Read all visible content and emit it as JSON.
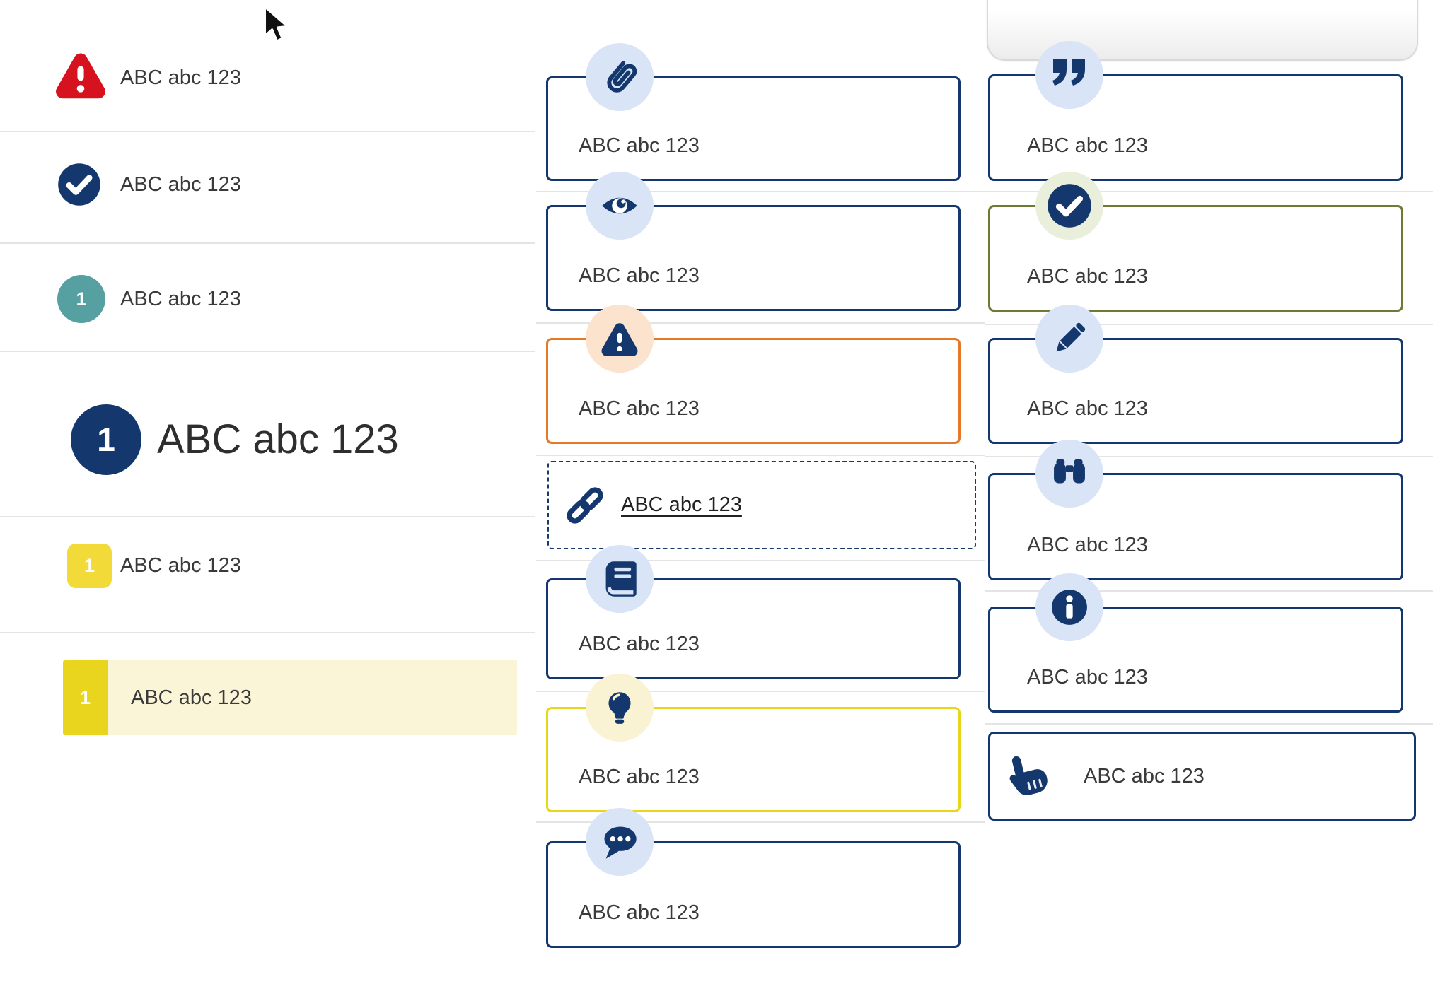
{
  "left_list": {
    "items": [
      {
        "icon": "alert-triangle-icon",
        "label": "ABC abc 123"
      },
      {
        "icon": "check-circle-icon",
        "label": "ABC abc 123"
      },
      {
        "icon": "teal-step-badge",
        "badge": "1",
        "label": "ABC abc 123"
      },
      {
        "icon": "navy-step-badge-large",
        "badge": "1",
        "label": "ABC abc 123"
      },
      {
        "icon": "yellow-square-badge",
        "badge": "1",
        "label": "ABC abc 123"
      },
      {
        "icon": "yellow-bar-badge",
        "badge": "1",
        "label": "ABC abc 123",
        "highlighted": true
      }
    ]
  },
  "middle_callouts": {
    "items": [
      {
        "icon": "paperclip-icon",
        "label": "ABC abc 123",
        "variant": "navy"
      },
      {
        "icon": "eye-icon",
        "label": "ABC abc 123",
        "variant": "navy"
      },
      {
        "icon": "warning-triangle-icon",
        "label": "ABC abc 123",
        "variant": "orange"
      },
      {
        "icon": "link-icon",
        "label": "ABC abc 123",
        "variant": "dashed-link"
      },
      {
        "icon": "book-icon",
        "label": "ABC abc 123",
        "variant": "navy"
      },
      {
        "icon": "lightbulb-icon",
        "label": "ABC abc 123",
        "variant": "yellow"
      },
      {
        "icon": "speech-bubble-icon",
        "label": "ABC abc 123",
        "variant": "navy"
      }
    ]
  },
  "right_callouts": {
    "items": [
      {
        "icon": "quote-icon",
        "label": "ABC abc 123",
        "variant": "navy"
      },
      {
        "icon": "check-circle-icon",
        "label": "ABC abc 123",
        "variant": "green"
      },
      {
        "icon": "pencil-icon",
        "label": "ABC abc 123",
        "variant": "navy"
      },
      {
        "icon": "binoculars-icon",
        "label": "ABC abc 123",
        "variant": "navy"
      },
      {
        "icon": "info-icon",
        "label": "ABC abc 123",
        "variant": "navy"
      },
      {
        "icon": "hand-pointer-icon",
        "label": "ABC abc 123",
        "variant": "navy-inline"
      }
    ]
  },
  "colors": {
    "navy": "#14386e",
    "red": "#d6121f",
    "teal": "#57a0a2",
    "yellow_square": "#f2db39",
    "yellow_bar": "#e9d51e",
    "highlight_row_bg": "#fbf5d8",
    "orange_border": "#e5792a",
    "olive_border": "#6d7c35",
    "yellow_border": "#e7d619",
    "icon_bg_blue": "#d9e4f6",
    "icon_bg_peach": "#fbe3cd",
    "icon_bg_cream": "#faf3d3",
    "icon_bg_sage": "#e9efda",
    "divider": "#e4e4e4",
    "text": "#3a3a3a"
  }
}
